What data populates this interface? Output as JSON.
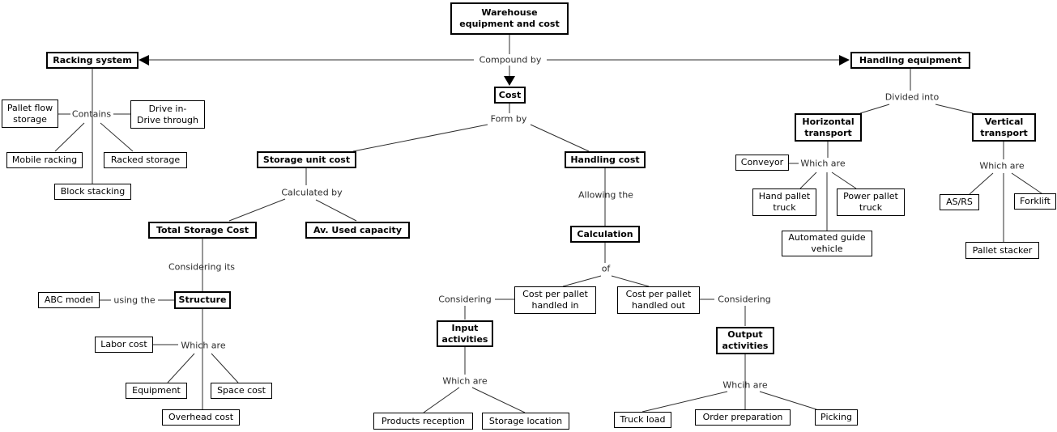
{
  "colors": {
    "background": "#ffffff",
    "line": "#2e2e2e",
    "box_border": "#000000",
    "box_fill": "#ffffff",
    "text": "#000000"
  },
  "nodes": {
    "warehouse": "Warehouse\nequipment and cost",
    "racking_system": "Racking system",
    "handling_equipment": "Handling equipment",
    "cost": "Cost",
    "storage_unit_cost": "Storage unit cost",
    "handling_cost": "Handling cost",
    "total_storage_cost": "Total Storage Cost",
    "av_used_capacity": "Av. Used capacity",
    "calculation": "Calculation",
    "structure": "Structure",
    "abc_model": "ABC model",
    "labor_cost": "Labor cost",
    "equipment": "Equipment",
    "space_cost": "Space cost",
    "overhead_cost": "Overhead cost",
    "pallet_flow_storage": "Pallet flow\nstorage",
    "drive_in_drive_through": "Drive in-\nDrive through",
    "mobile_racking": "Mobile racking",
    "racked_storage": "Racked storage",
    "block_stacking": "Block stacking",
    "cost_per_pallet_in": "Cost per pallet\nhandled in",
    "cost_per_pallet_out": "Cost per pallet\nhandled out",
    "input_activities": "Input\nactivities",
    "products_reception": "Products reception",
    "storage_location": "Storage location",
    "output_activities": "Output\nactivities",
    "truck_load": "Truck load",
    "order_preparation": "Order preparation",
    "picking": "Picking",
    "horizontal_transport": "Horizontal\ntransport",
    "vertical_transport": "Vertical\ntransport",
    "conveyor": "Conveyor",
    "hand_pallet_truck": "Hand pallet\ntruck",
    "power_pallet_truck": "Power pallet\ntruck",
    "automated_guide_vehicle": "Automated guide\nvehicle",
    "as_rs": "AS/RS",
    "forklift": "Forklift",
    "pallet_stacker": "Pallet stacker"
  },
  "links": {
    "compound_by": "Compound by",
    "form_by": "Form by",
    "contains": "Contains",
    "calculated_by": "Calculated by",
    "considering_its": "Considering its",
    "using_the": "using the",
    "which_are_structure": "Which are",
    "allowing_the": "Allowing the",
    "of": "of",
    "considering_in": "Considering",
    "which_are_input": "Which are",
    "considering_out": "Considering",
    "whcih_are_output": "Whcih are",
    "divided_into": "Divided into",
    "which_are_horizontal": "Which are",
    "which_are_vertical": "Which are"
  }
}
